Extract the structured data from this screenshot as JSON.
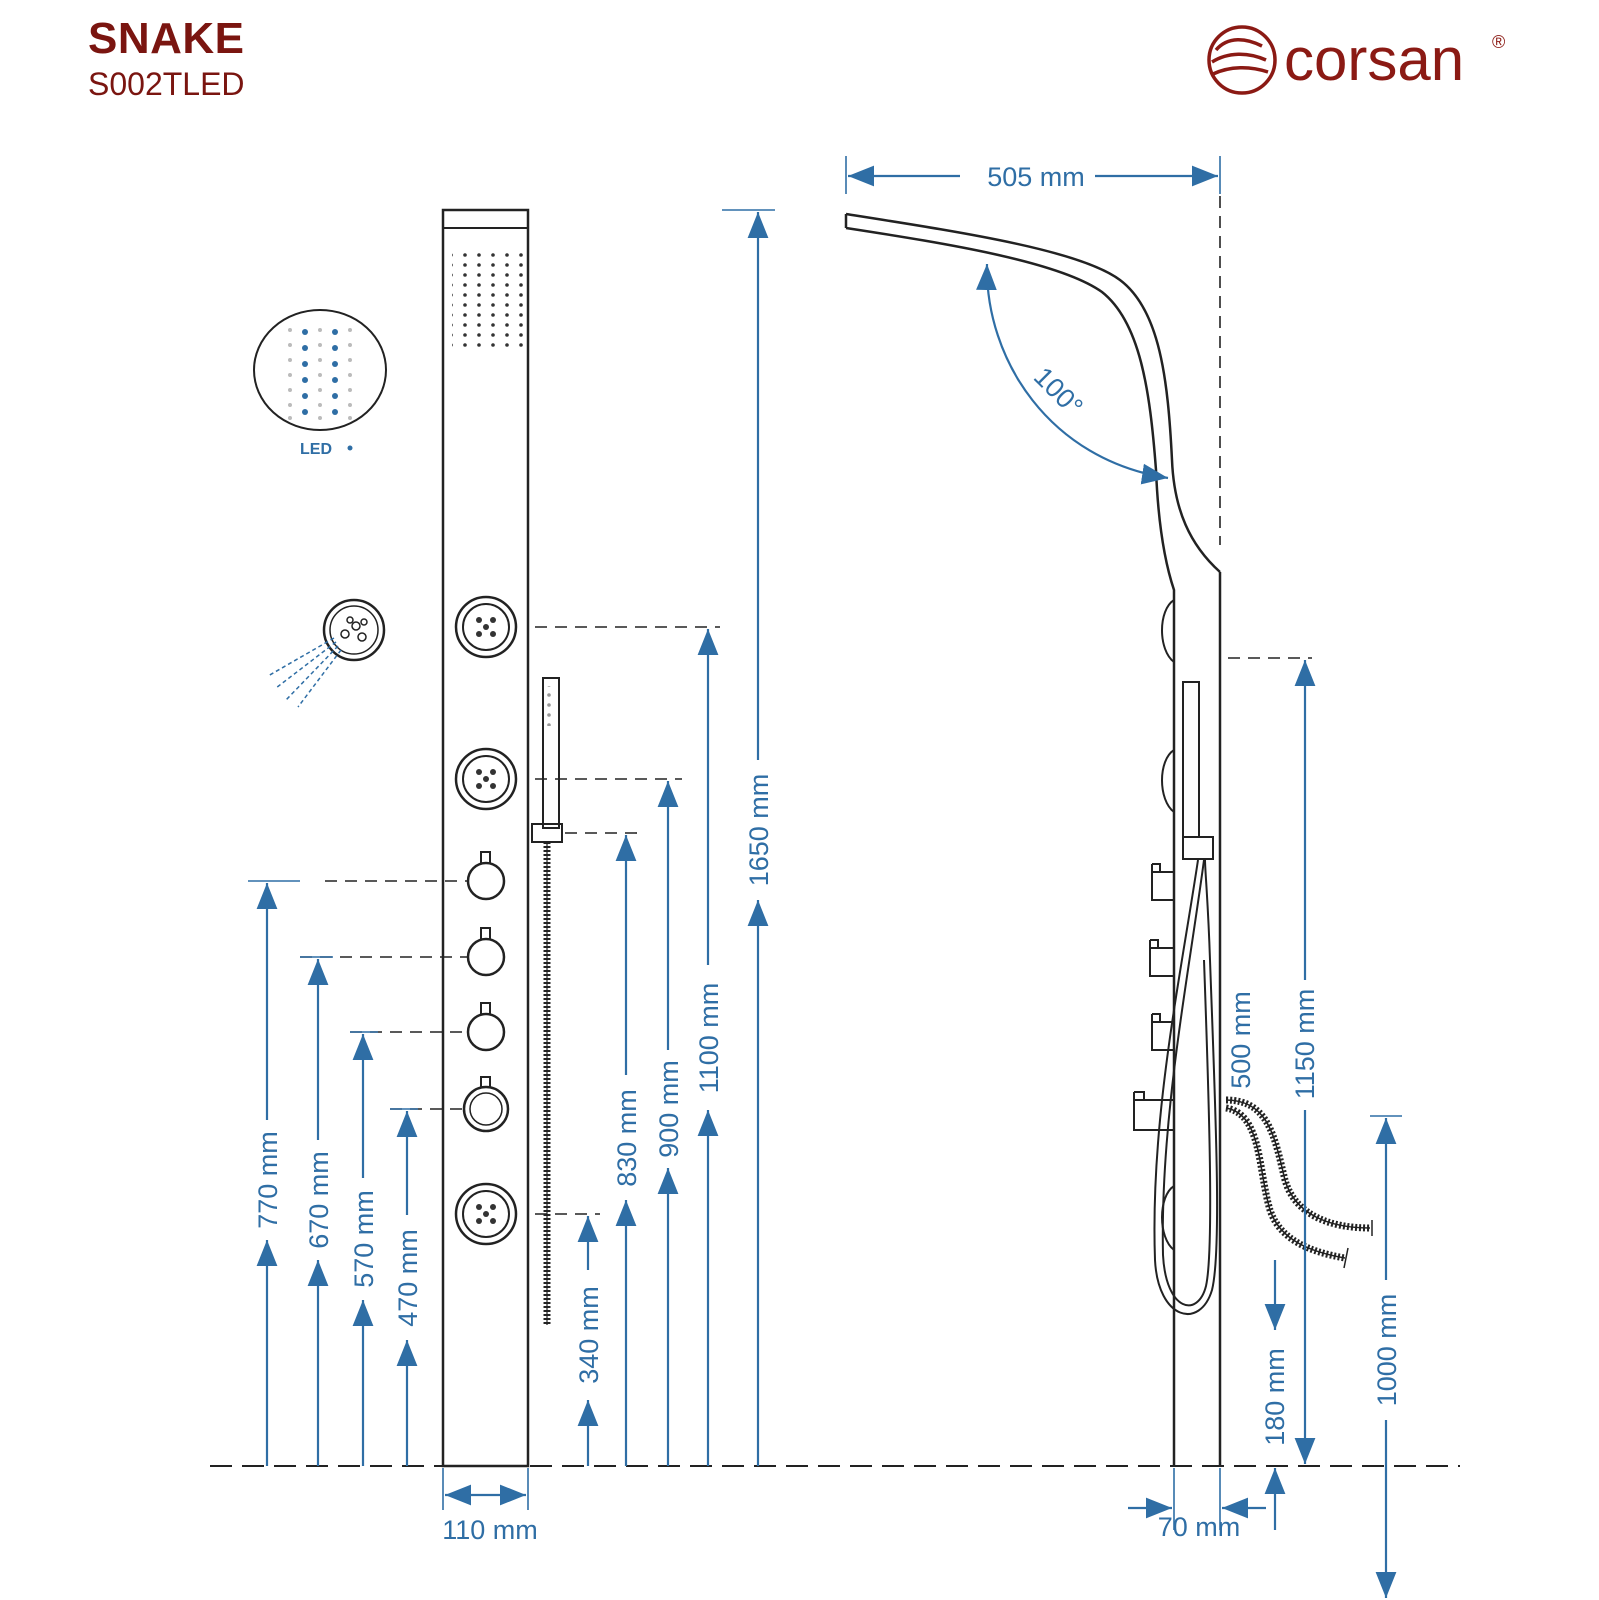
{
  "header": {
    "product_name": "SNAKE",
    "model_code": "S002TLED"
  },
  "brand": {
    "name": "corsan",
    "mark": "®",
    "logo_icon": "wave-circle-icon",
    "color": "#8b1a14"
  },
  "colors": {
    "dimension": "#2f6ea5",
    "outline": "#222222",
    "title": "#7a1510"
  },
  "legend": {
    "led_label": "LED"
  },
  "front_view": {
    "width_label": "110 mm",
    "heights": {
      "total": "1650 mm",
      "top_jet": "1100 mm",
      "middle_jet": "900 mm",
      "hand_holder": "830 mm",
      "knob_1": "770 mm",
      "knob_2": "670 mm",
      "knob_3": "570 mm",
      "knob_4": "470 mm",
      "bottom_jet": "340 mm"
    }
  },
  "side_view": {
    "reach_label": "505 mm",
    "angle_label": "100°",
    "depth_label": "70 mm",
    "heights": {
      "side_top": "1150 mm",
      "hose": "500 mm",
      "bottom_offset": "180 mm",
      "floor_inlet": "1000 mm"
    }
  }
}
